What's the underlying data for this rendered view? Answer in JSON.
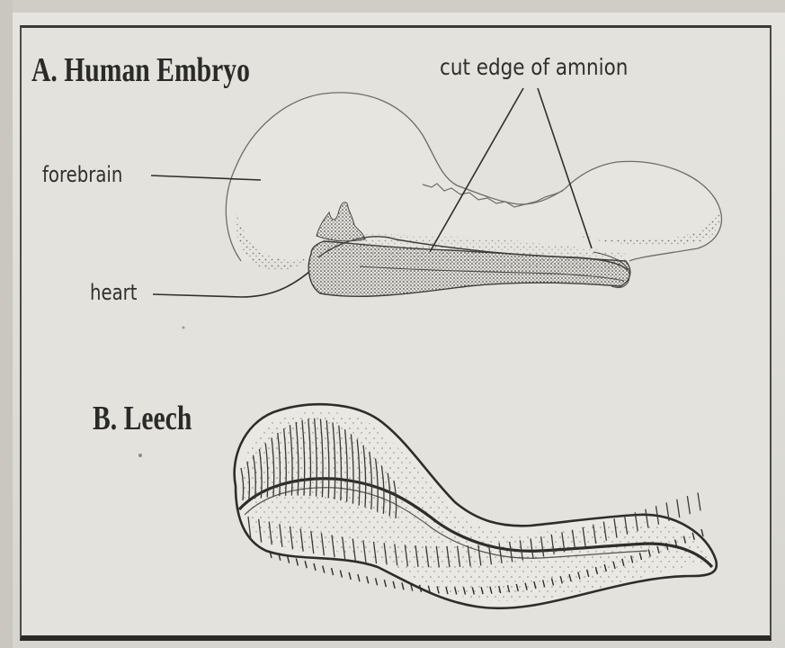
{
  "panel_a": {
    "title": "A. Human Embryo",
    "labels": {
      "amnion": "cut edge of amnion",
      "forebrain": "forebrain",
      "heart": "heart"
    }
  },
  "panel_b": {
    "title": "B. Leech"
  }
}
